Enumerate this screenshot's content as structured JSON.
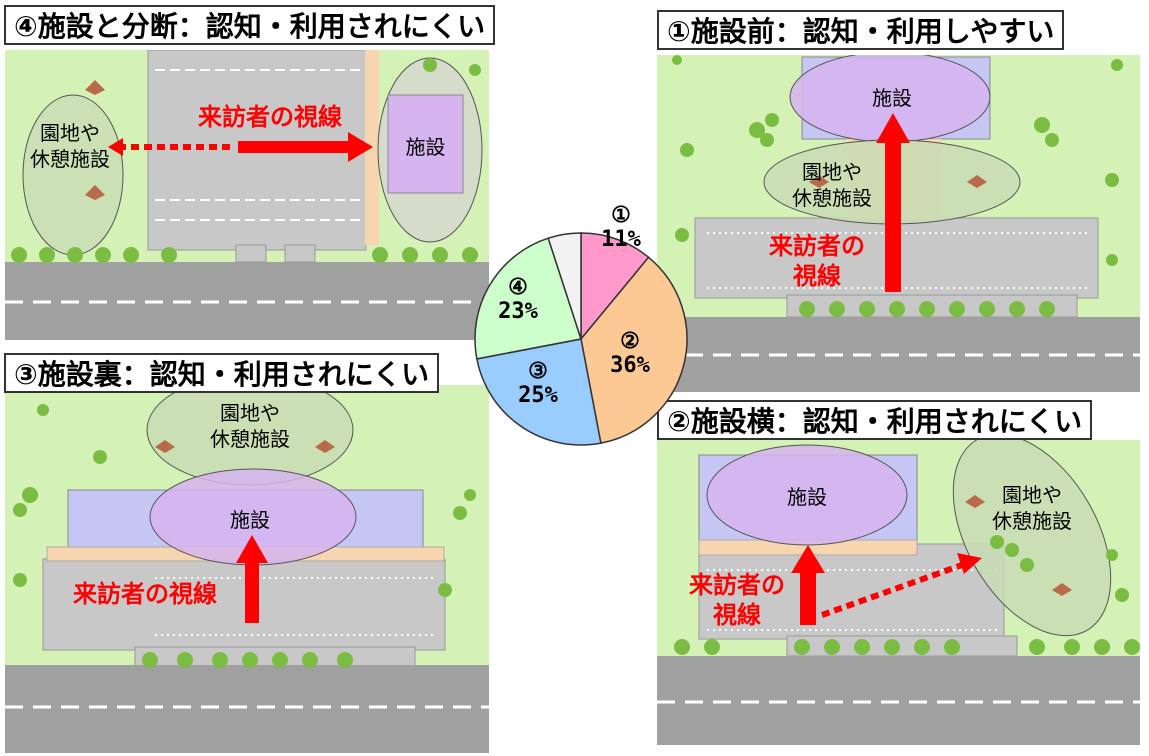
{
  "colors": {
    "grass": "#d4f1b6",
    "parking": "#c8c8c8",
    "road": "#a0a0a0",
    "building": "#c6c6f5",
    "facility_oval": "#d6b4ef",
    "park_oval": "#c8dcb4",
    "sidewalk": "#f7d5b0",
    "arrow": "#ff0000"
  },
  "panels": {
    "p1": {
      "title": "①施設前：認知・利用しやすい",
      "facility": "施設",
      "park_line1": "園地や",
      "park_line2": "休憩施設",
      "sight_line1": "来訪者の",
      "sight_line2": "視線"
    },
    "p2": {
      "title": "②施設横：認知・利用されにくい",
      "facility": "施設",
      "park_line1": "園地や",
      "park_line2": "休憩施設",
      "sight_line1": "来訪者の",
      "sight_line2": "視線"
    },
    "p3": {
      "title": "③施設裏：認知・利用されにくい",
      "facility": "施設",
      "park_line1": "園地や",
      "park_line2": "休憩施設",
      "sight": "来訪者の視線"
    },
    "p4": {
      "title": "④施設と分断：認知・利用されにくい",
      "facility": "施設",
      "park_line1": "園地や",
      "park_line2": "休憩施設",
      "sight": "来訪者の視線"
    }
  },
  "chart_data": {
    "type": "pie",
    "slices": [
      {
        "label": "①",
        "value": 11,
        "value_label": "11%",
        "color": "#ff99cc"
      },
      {
        "label": "②",
        "value": 36,
        "value_label": "36%",
        "color": "#fcc995"
      },
      {
        "label": "③",
        "value": 25,
        "value_label": "25%",
        "color": "#99ccff"
      },
      {
        "label": "④",
        "value": 23,
        "value_label": "23%",
        "color": "#ccffcc"
      },
      {
        "label": "",
        "value": 5,
        "value_label": "",
        "color": "#f2f2f2"
      }
    ]
  }
}
